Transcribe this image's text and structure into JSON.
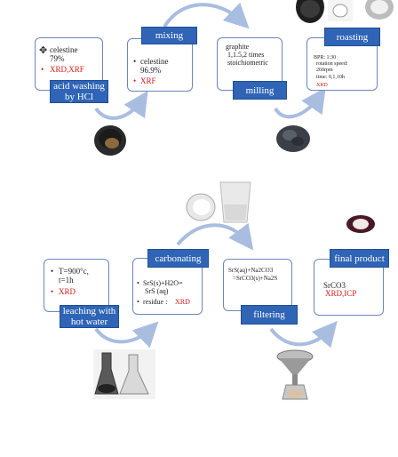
{
  "steps": {
    "acid_washing": {
      "label": "acid washing by HCl",
      "line1": "celestine",
      "line2": "79%",
      "line3": "XRD,XRF"
    },
    "mixing": {
      "label": "mixing",
      "line1": "celestine",
      "line2": "96.9%",
      "line3": "XRF"
    },
    "milling": {
      "label": "milling",
      "line1": "graphite",
      "line2": "1,1.5,2 times",
      "line3": "stoichiometric"
    },
    "roasting": {
      "label": "roasting",
      "line1": "BPR: 1:30",
      "line2": "rotation speed:",
      "line3": "260rpm",
      "line4": "time: 0,1,10h",
      "line5": "XRD"
    },
    "leaching": {
      "label": "leaching with hot water",
      "line1": "T=900°c,",
      "line2": "t=1h",
      "line3": "XRD"
    },
    "carbonating": {
      "label": "carbonating",
      "line1": "SrS(s)+H2O=",
      "line2": "SrS (aq)",
      "line3": "residue :",
      "line4": "XRD"
    },
    "filtering": {
      "label": "filtering",
      "line1": "SrS(aq)+Na2CO3",
      "line2": "=SrCO3(s)+Na2S"
    },
    "final_product": {
      "label": "final product",
      "line1": "SrCO3",
      "line2": "XRD,ICP"
    }
  },
  "colors": {
    "label_bg": "#2f64b6",
    "box_border": "#6b86b8",
    "arrow": "#a9bde0",
    "highlight": "#d01818"
  }
}
